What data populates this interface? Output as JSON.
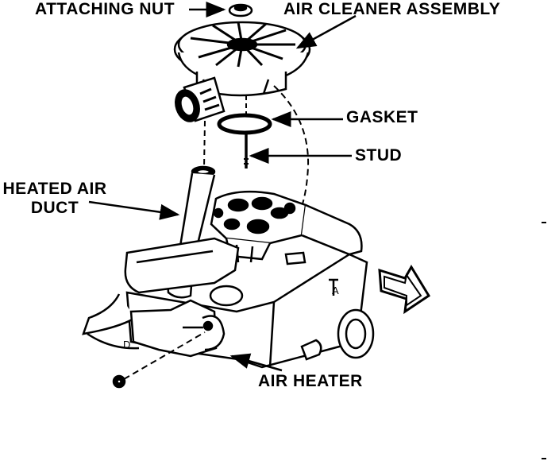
{
  "labels": {
    "attaching_nut": "ATTACHING NUT",
    "air_cleaner_assembly": "AIR CLEANER ASSEMBLY",
    "gasket": "GASKET",
    "stud": "STUD",
    "heated_air_duct_line1": "HEATED AIR",
    "heated_air_duct_line2": "DUCT",
    "air_heater": "AIR HEATER"
  },
  "colors": {
    "ink": "#000000",
    "paper": "#ffffff"
  }
}
